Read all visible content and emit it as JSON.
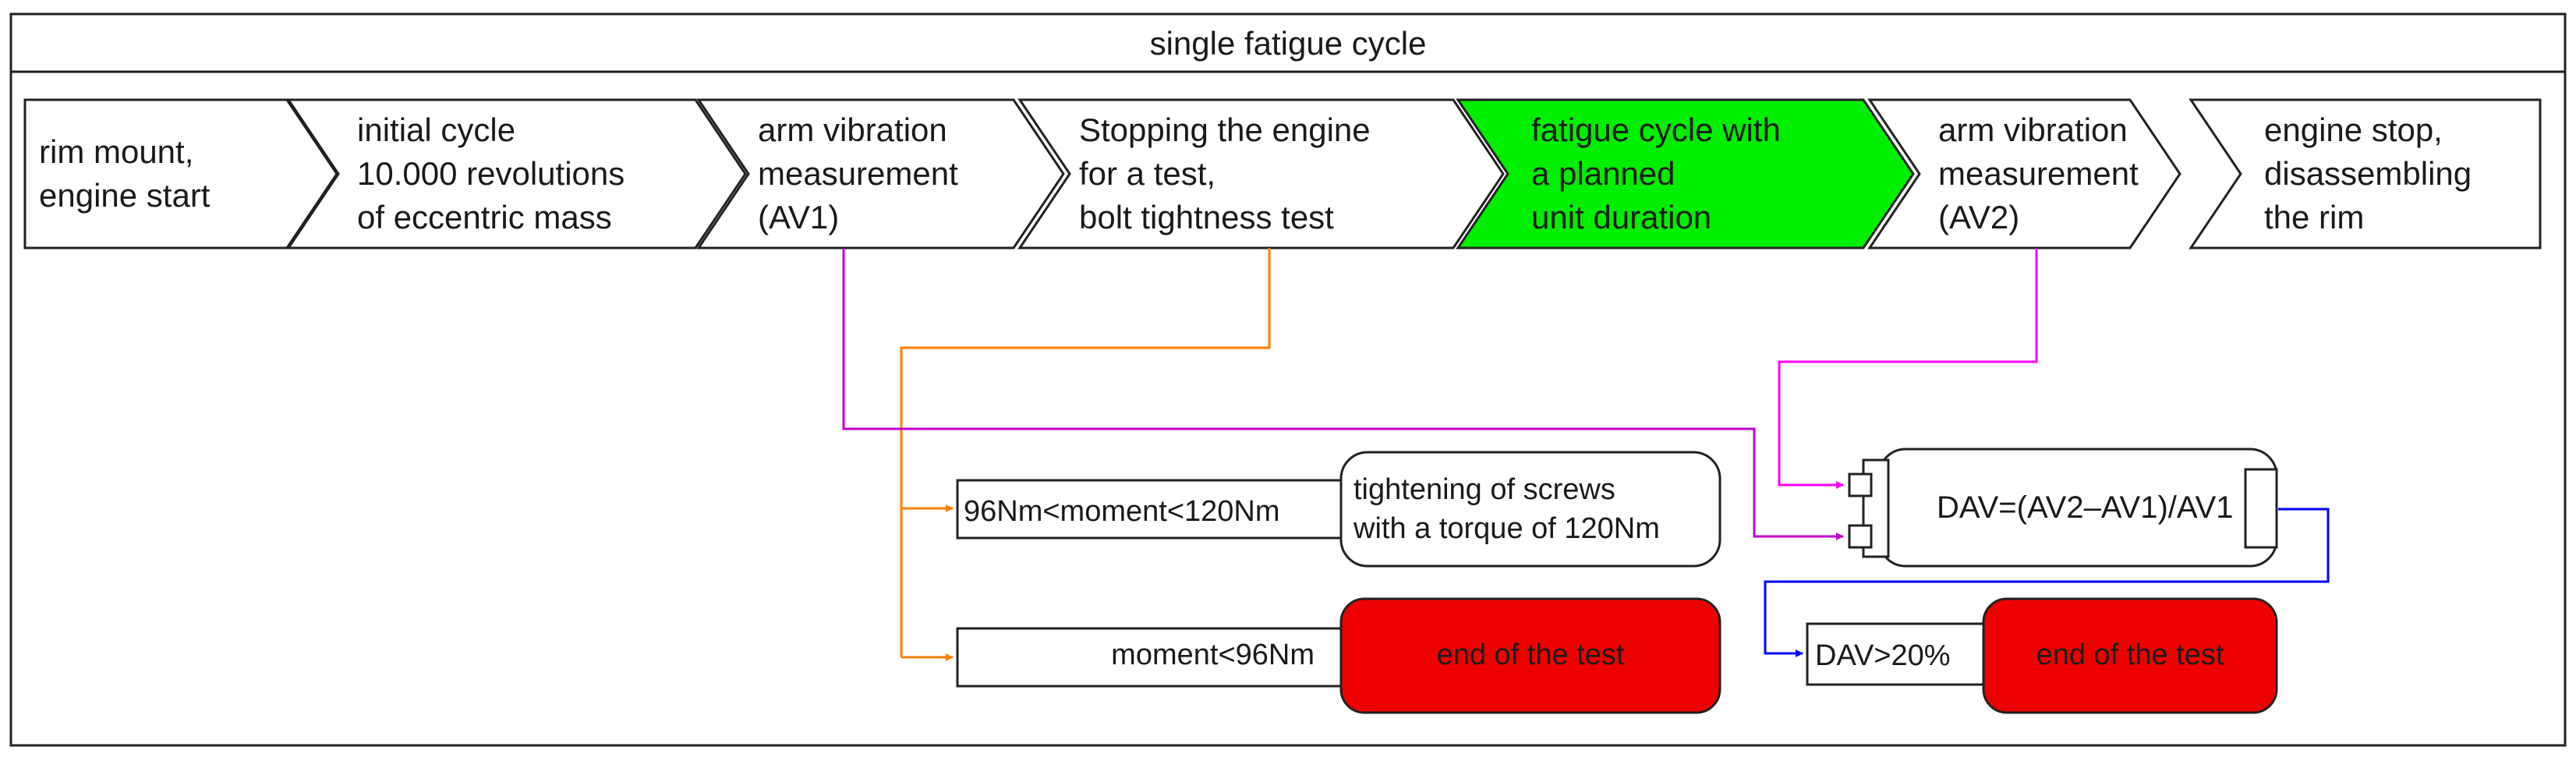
{
  "title": "single fatigue cycle",
  "steps": [
    {
      "lines": [
        "rim mount,",
        "engine start"
      ],
      "fill": "#ffffff"
    },
    {
      "lines": [
        "initial cycle",
        "10.000 revolutions",
        "of eccentric mass"
      ],
      "fill": "#ffffff"
    },
    {
      "lines": [
        "arm vibration",
        "measurement",
        "(AV1)"
      ],
      "fill": "#ffffff"
    },
    {
      "lines": [
        "Stopping the engine",
        "for a test,",
        "bolt tightness test"
      ],
      "fill": "#ffffff"
    },
    {
      "lines": [
        "fatigue cycle with",
        "a planned",
        "unit duration"
      ],
      "fill": "#00ee00"
    },
    {
      "lines": [
        "arm vibration",
        "measurement",
        "(AV2)"
      ],
      "fill": "#ffffff"
    },
    {
      "lines": [
        "engine stop,",
        "disassembling",
        "the rim"
      ],
      "fill": "#ffffff"
    }
  ],
  "conditions": {
    "moment_ok": "96Nm<moment<120Nm",
    "moment_low": "moment<96Nm",
    "dav_high": "DAV>20%"
  },
  "actions": {
    "tighten": [
      "tightening of screws",
      "with a torque of 120Nm"
    ],
    "end_test_1": "end of the test",
    "end_test_2": "end of the test"
  },
  "formula": "DAV=(AV2–AV1)/AV1",
  "colors": {
    "active_step": "#00ee00",
    "end_block": "#ee0000",
    "orange_link": "#ff7f00",
    "magenta_link": "#ff00ff",
    "purple_link": "#c000d0",
    "blue_link": "#0000ff"
  }
}
